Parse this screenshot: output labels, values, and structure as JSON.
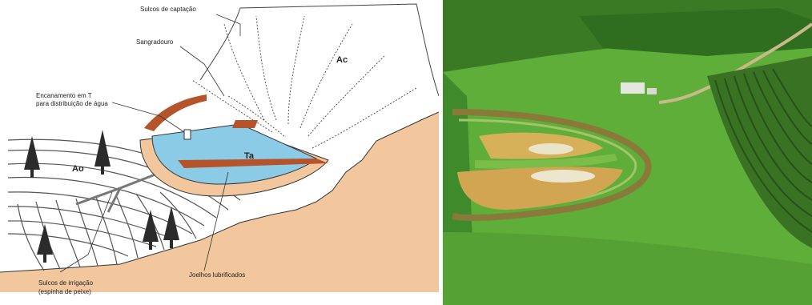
{
  "diagram": {
    "labels": {
      "sulcos_captacao": "Sulcos de captação",
      "sangradouro": "Sangradouro",
      "encanamento_line1": "Encanamento em T",
      "encanamento_line2": "para distribuição de água",
      "ac": "Ac",
      "ta": "Ta",
      "ao": "Ao",
      "joelhos": "Joelhos lubrificados",
      "sulcos_irrigacao_line1": "Sulcos de irrigação",
      "sulcos_irrigacao_line2": "(espinha de peixe)"
    },
    "colors": {
      "soil": "#f3c79e",
      "water": "#8ccbe6",
      "berm": "#b5542a",
      "tree": "#2b2b2b"
    }
  },
  "photo": {
    "colors": {
      "grass": "#5fae3a",
      "dark_field": "#3b7a25",
      "pond_mud": "#d7b15a",
      "path": "#c9b98a"
    }
  }
}
